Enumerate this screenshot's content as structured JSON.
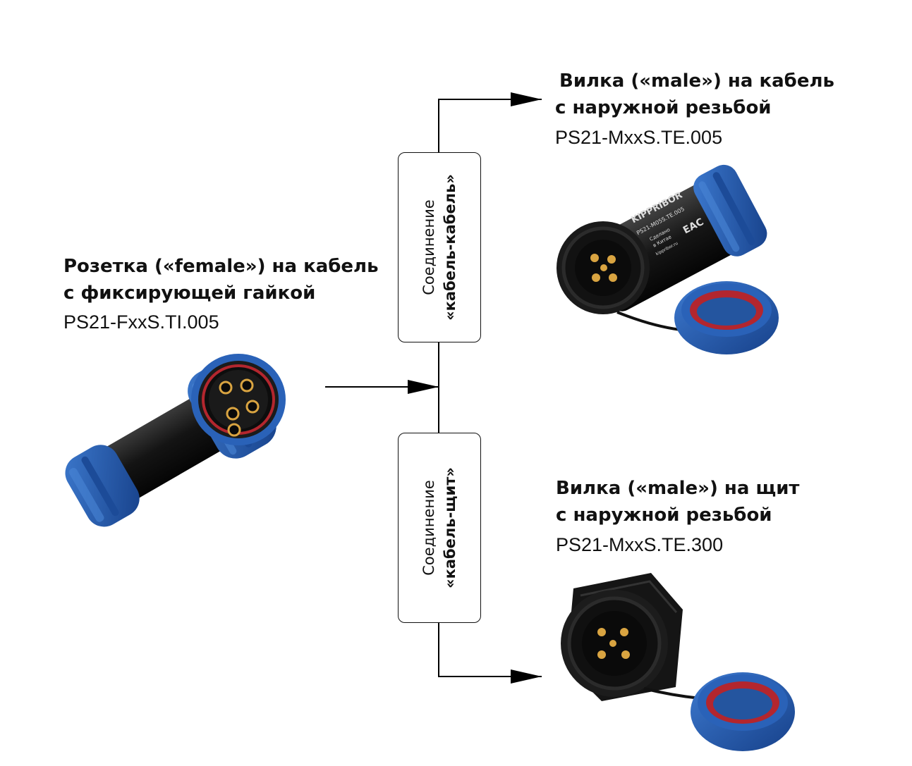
{
  "female": {
    "title_line1": "Розетка («female») на кабель",
    "title_line2": "с фиксирующей гайкой",
    "code": "PS21-FxxS.TI.005"
  },
  "male_cable": {
    "title_line1": "Вилка («male») на кабель",
    "title_line2": "с наружной резьбой",
    "code": "PS21-MxxS.TE.005",
    "body_print": [
      "KIPPRIBOR",
      "PS21-M05S.TE.005",
      "Сделано",
      "в Китае",
      "kippribor.ru",
      "EAC"
    ]
  },
  "male_panel": {
    "title_line1": "Вилка («male») на щит",
    "title_line2": "с наружной резьбой",
    "code": "PS21-MxxS.TE.300"
  },
  "connection_cable": {
    "line1": "Соединение",
    "line2": "«кабель-кабель»"
  },
  "connection_panel": {
    "line1": "Соединение",
    "line2": "«кабель-щит»"
  },
  "colors": {
    "connector_blue": "#2a62b8",
    "connector_blue_dark": "#17418a",
    "body_black": "#161616",
    "gasket_red": "#b3262e",
    "pin_gold": "#d9a441"
  }
}
